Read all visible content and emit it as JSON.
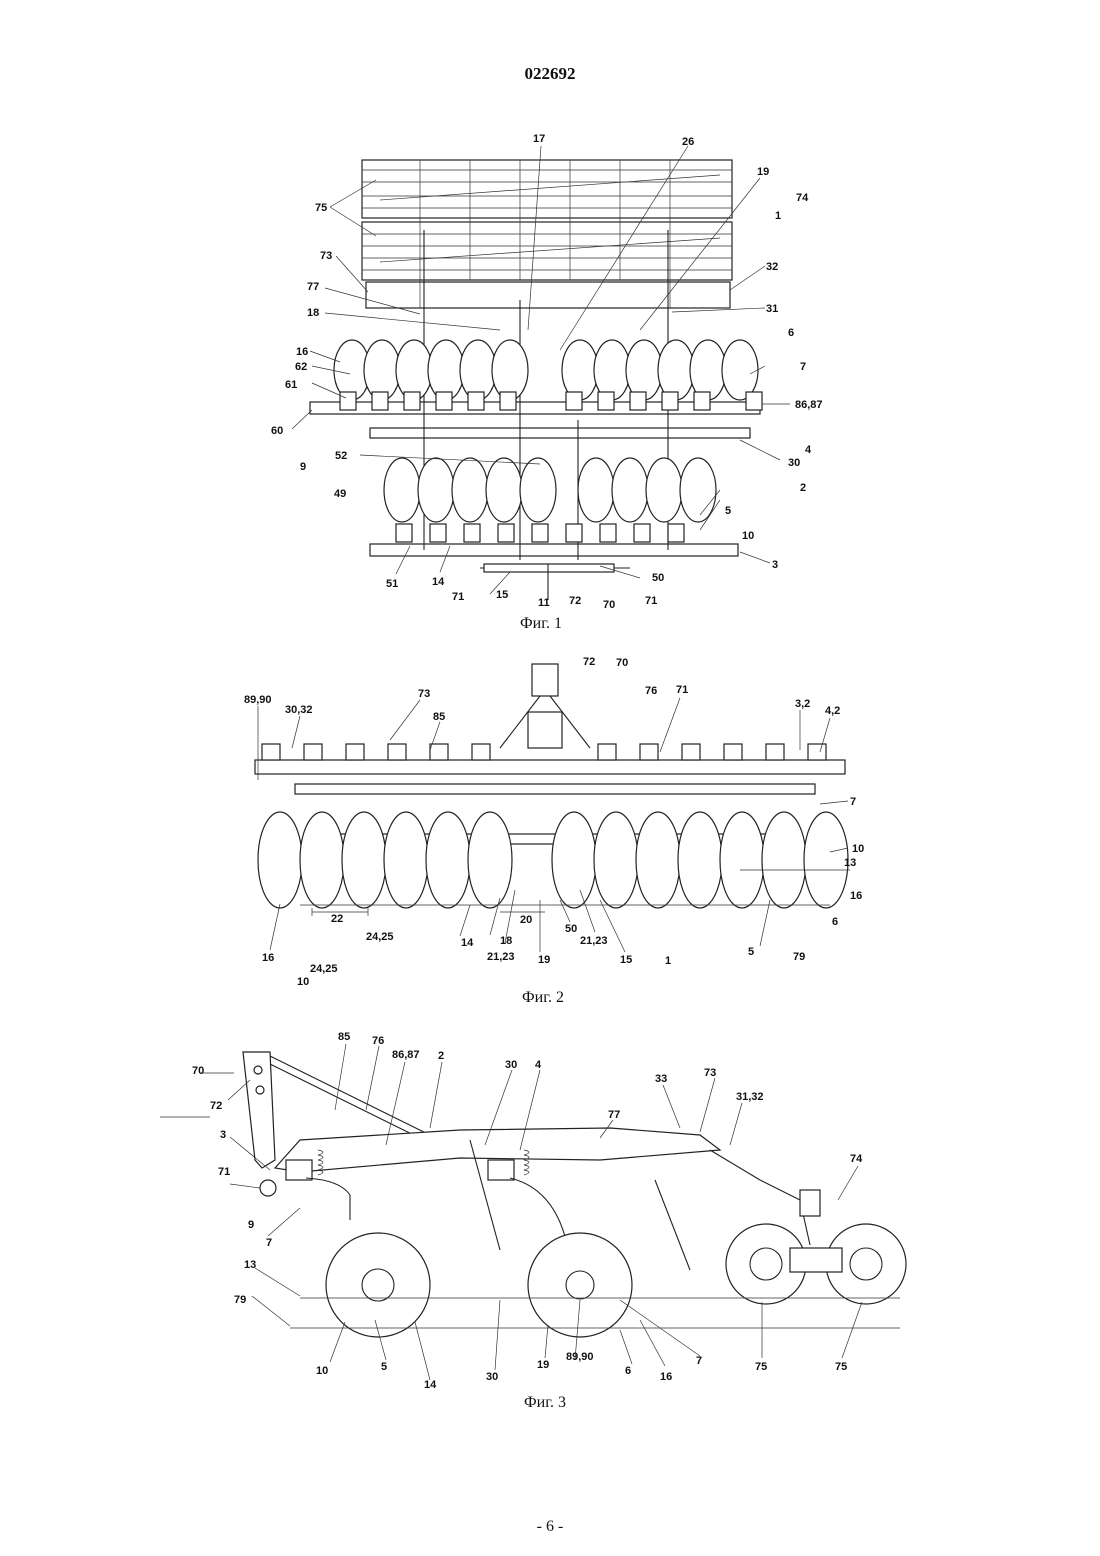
{
  "document": {
    "number": "022692",
    "footer": "- 6 -"
  },
  "figures": [
    {
      "caption": "Фиг. 1",
      "labels": [
        "17",
        "26",
        "19",
        "74",
        "1",
        "75",
        "73",
        "32",
        "77",
        "31",
        "18",
        "6",
        "16",
        "7",
        "62",
        "61",
        "86,87",
        "60",
        "4",
        "30",
        "52",
        "9",
        "2",
        "49",
        "5",
        "10",
        "3",
        "51",
        "14",
        "50",
        "71",
        "15",
        "11",
        "72",
        "71",
        "70"
      ]
    },
    {
      "caption": "Фиг. 2",
      "labels": [
        "72",
        "70",
        "89,90",
        "73",
        "76",
        "71",
        "30,32",
        "85",
        "3,2",
        "4,2",
        "7",
        "10",
        "13",
        "16",
        "6",
        "22",
        "24,25",
        "14",
        "20",
        "50",
        "21,23",
        "18",
        "19",
        "21,23",
        "15",
        "1",
        "5",
        "79",
        "16",
        "24,25",
        "10"
      ]
    },
    {
      "caption": "Фиг. 3",
      "labels": [
        "85",
        "76",
        "86,87",
        "2",
        "70",
        "30",
        "4",
        "77",
        "33",
        "73",
        "31,32",
        "72",
        "74",
        "3",
        "71",
        "9",
        "7",
        "13",
        "79",
        "10",
        "5",
        "14",
        "30",
        "19",
        "89,90",
        "6",
        "16",
        "7",
        "75",
        "75"
      ]
    }
  ]
}
